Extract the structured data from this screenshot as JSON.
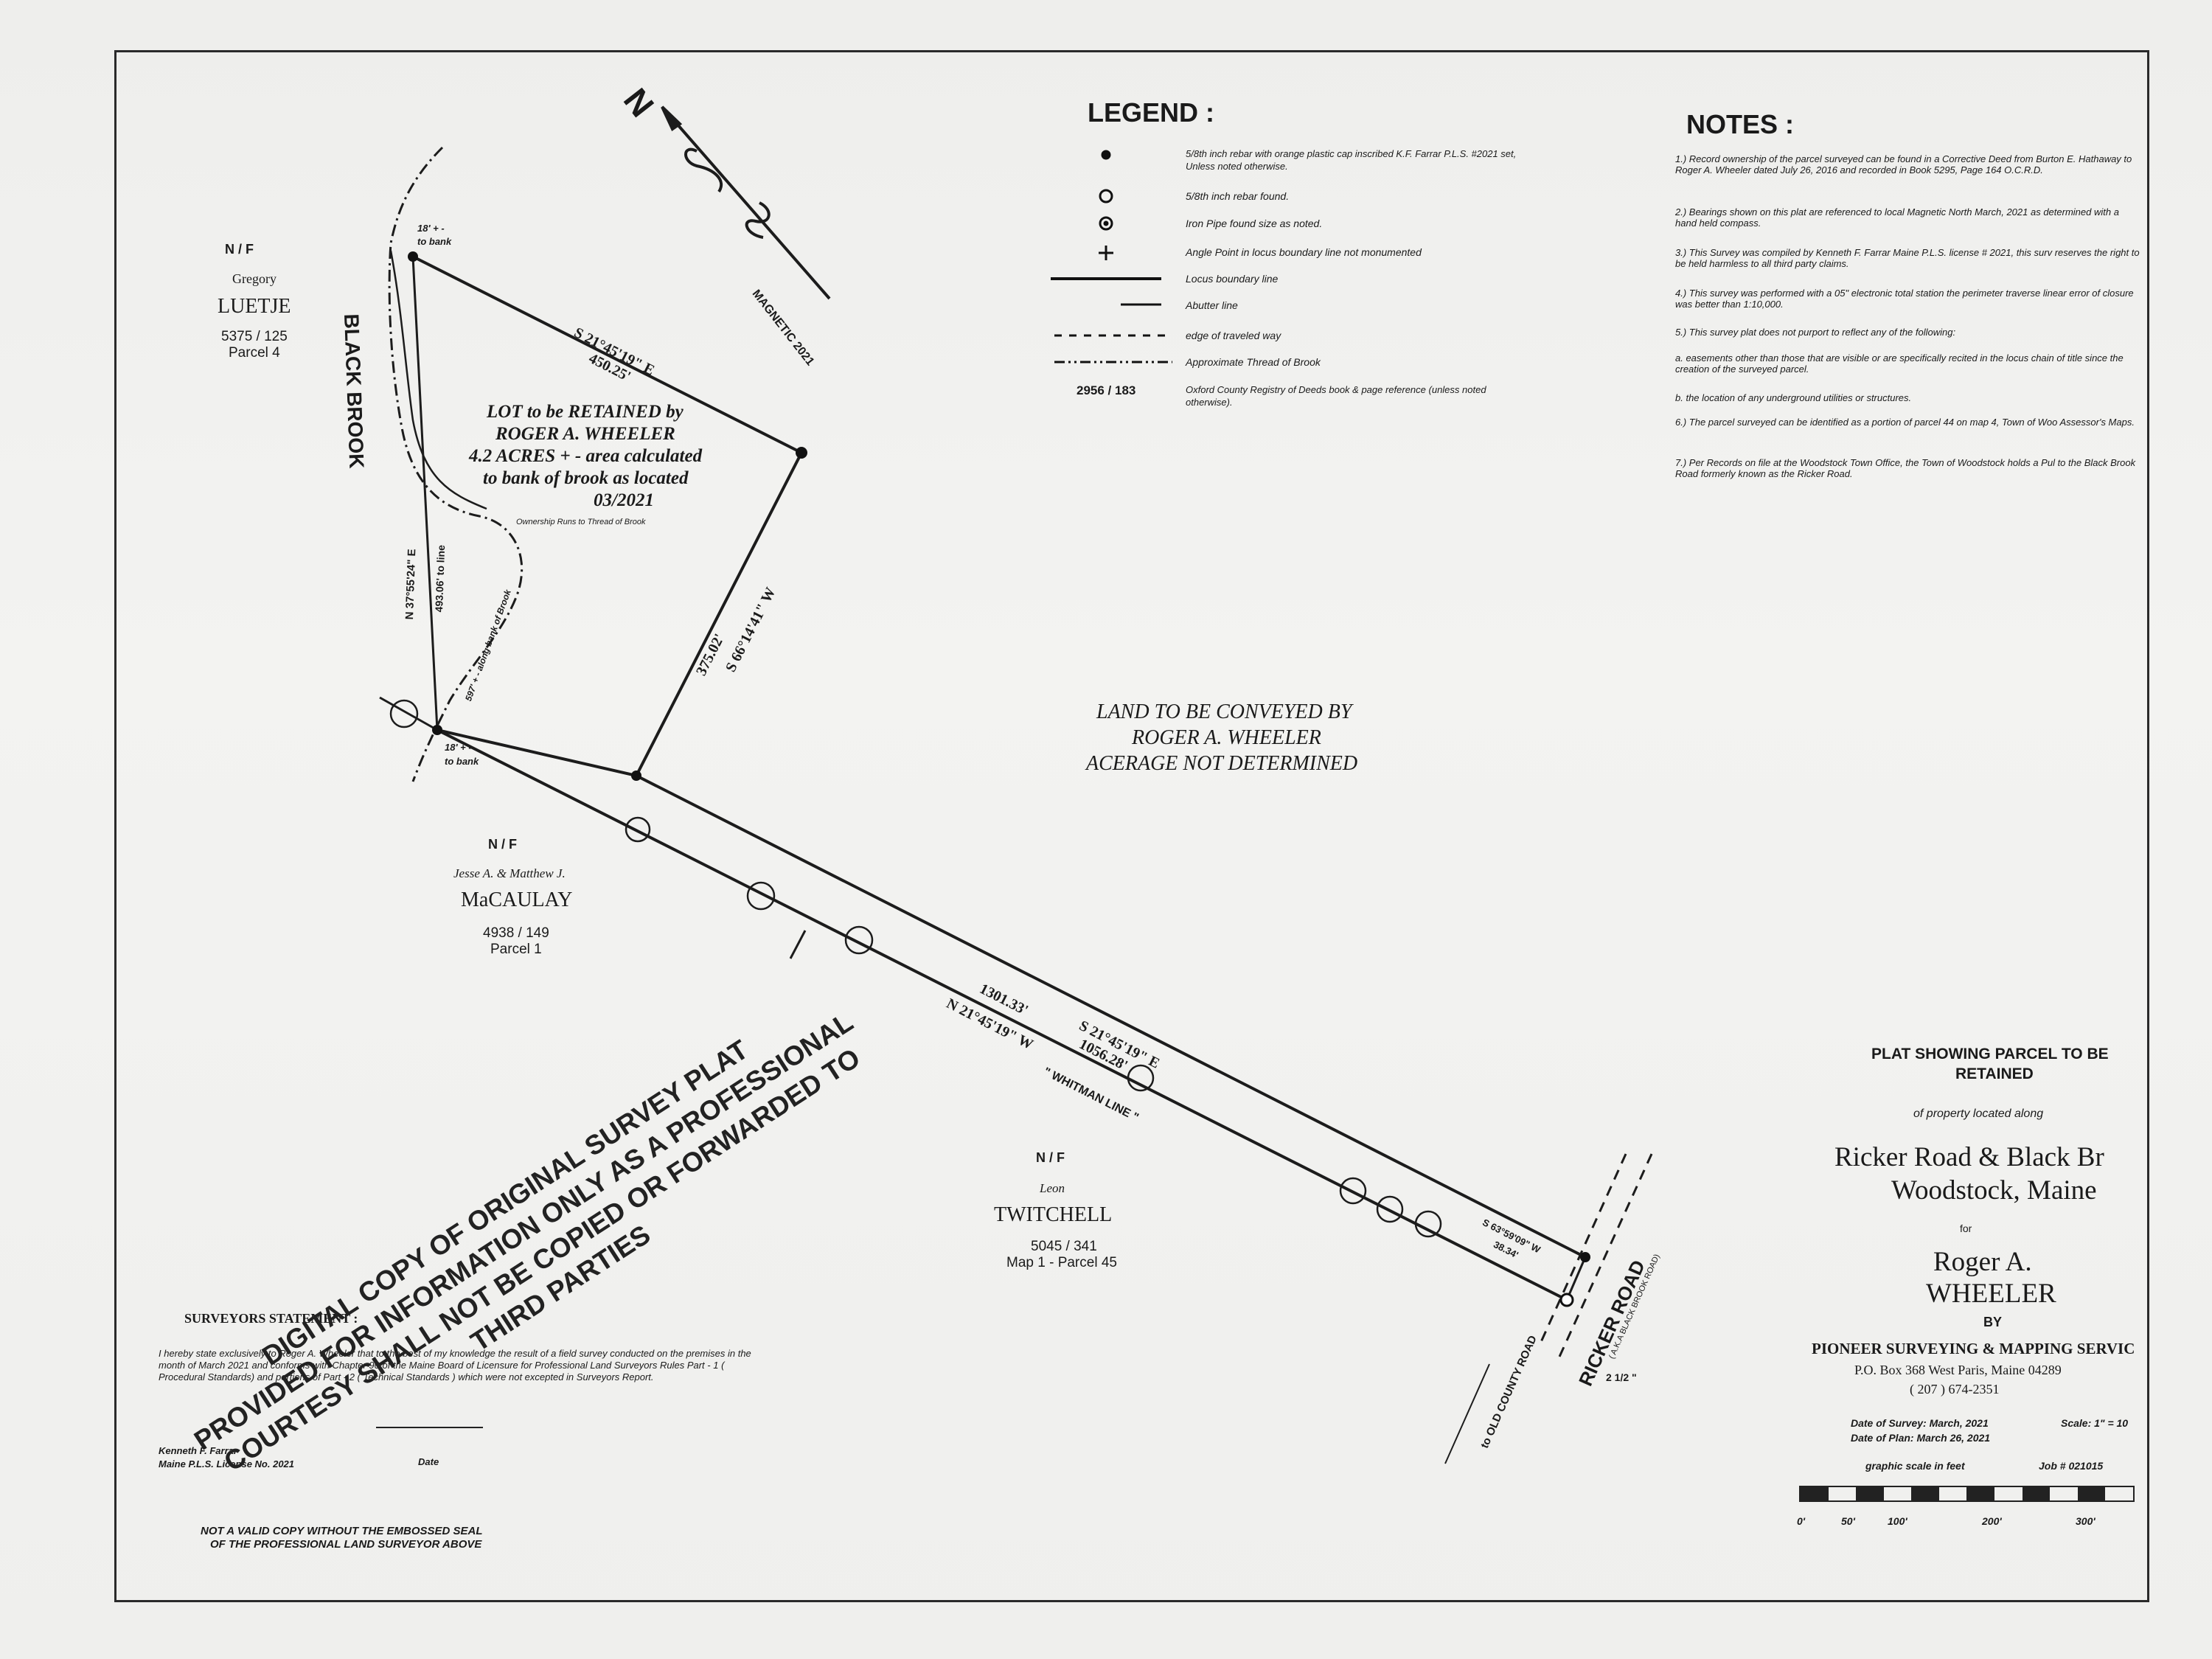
{
  "legend": {
    "title": "LEGEND :",
    "items": [
      {
        "symbol": "filled-dot-icon",
        "text": "5/8th inch rebar with orange plastic cap inscribed K.F. Farrar P.L.S. #2021 set, Unless noted otherwise."
      },
      {
        "symbol": "open-circle-icon",
        "text": "5/8th inch rebar found."
      },
      {
        "symbol": "target-circle-icon",
        "text": "Iron Pipe found size as noted."
      },
      {
        "symbol": "plus-icon",
        "text": "Angle Point in locus boundary line not monumented"
      },
      {
        "symbol": "thick-line-icon",
        "text": "Locus boundary line"
      },
      {
        "symbol": "thin-line-icon",
        "text": "Abutter line"
      },
      {
        "symbol": "dashed-line-icon",
        "text": "edge of traveled way"
      },
      {
        "symbol": "dash-dot-line-icon",
        "text": "Approximate Thread of Brook"
      },
      {
        "symbol": "2956 / 183",
        "text": "Oxford County Registry of Deeds book & page reference (unless noted otherwise)."
      }
    ]
  },
  "notes": {
    "title": "NOTES :",
    "items": [
      "1.) Record ownership of the parcel surveyed can be found in a Corrective Deed from Burton E. Hathaway to Roger A. Wheeler dated July 26, 2016 and recorded in Book 5295, Page 164 O.C.R.D.",
      "2.) Bearings shown on this plat are referenced to local Magnetic North March, 2021 as determined with a hand held compass.",
      "3.) This Survey was compiled by Kenneth F. Farrar Maine P.L.S. license # 2021, this surv reserves the right to be held harmless to all third party claims.",
      "4.) This survey was performed with a 05\" electronic total station the perimeter traverse linear error of closure was better than 1:10,000.",
      "5.) This survey plat does not purport to reflect any of the following:",
      "a. easements other than those that are visible or are specifically recited in the locus chain of title since the creation of the surveyed parcel.",
      "b. the location of any underground utilities or structures.",
      "6.) The parcel surveyed can be identified as a portion of parcel 44 on map 4, Town of Woo Assessor's Maps.",
      "7.) Per Records on file at the Woodstock Town Office, the Town of Woodstock holds a Pul to the Black Brook Road formerly known as the Ricker Road."
    ]
  },
  "north_arrow": {
    "label": "N",
    "magnetic": "MAGNETIC 2021"
  },
  "abutters": {
    "luetje": {
      "nf": "N / F",
      "first": "Gregory",
      "last": "LUETJE",
      "ref": "5375 / 125",
      "parcel": "Parcel 4"
    },
    "macaulay": {
      "nf": "N / F",
      "first": "Jesse A. & Matthew J.",
      "last": "MaCAULAY",
      "ref": "4938 / 149",
      "parcel": "Parcel 1"
    },
    "twitchell": {
      "nf": "N / F",
      "first": "Leon",
      "last": "TWITCHELL",
      "ref": "5045 / 341",
      "parcel": "Map 1 - Parcel 45"
    }
  },
  "lot": {
    "line1": "LOT to be RETAINED by",
    "line2": "ROGER A. WHEELER",
    "line3": "4.2 ACRES + - area calculated",
    "line4": "to bank of brook as located",
    "line5": "03/2021",
    "ownership": "Ownership Runs to Thread of Brook"
  },
  "convey": {
    "line1": "LAND TO BE CONVEYED BY",
    "line2": "ROGER A. WHEELER",
    "line3": "ACERAGE NOT DETERMINED"
  },
  "brook": "BLACK BROOK",
  "bearings": {
    "north_line_bearing": "S 21°45'19\" E",
    "north_line_dist": "450.25'",
    "east_bearing": "S 66°14'41\" W",
    "east_dist": "375.02'",
    "west_bearing": "N 37°55'24\" E",
    "west_dist": "493.06' to line",
    "brook_dist": "597' + - along bank of Brook",
    "long_bearing": "S 21°45'19\" E",
    "long_dist": "1056.28'",
    "whitman_dist": "1301.33'",
    "whitman_bearing": "N 21°45'19\" W",
    "whitman": "\" WHITMAN LINE \"",
    "road_bearing": "S 63°59'09\" W",
    "road_dist": "38.34'",
    "tie_top": "18' + -",
    "tie_top2": "to bank",
    "tie_bot": "18' + -",
    "tie_bot2": "to bank"
  },
  "roads": {
    "ricker": "RICKER ROAD",
    "ricker_aka": "( A.K.A BLACK BROOK ROAD)",
    "old_county": "to OLD COUNTY ROAD",
    "pipe": "2 1/2 \""
  },
  "title_block": {
    "line1": "PLAT SHOWING PARCEL TO BE",
    "line2": "RETAINED",
    "line3": "of property located along",
    "line4": "Ricker Road & Black Br",
    "line5": "Woodstock, Maine",
    "for": "for",
    "owner1": "Roger A.",
    "owner2": "WHEELER",
    "by": "BY",
    "company": "PIONEER SURVEYING & MAPPING SERVIC",
    "address": "P.O. Box 368     West Paris, Maine 04289",
    "phone": "( 207 ) 674-2351",
    "date_survey": "Date of Survey: March, 2021",
    "date_plan": "Date of Plan: March 26, 2021",
    "scale": "Scale: 1\" = 10",
    "graphic": "graphic scale in feet",
    "job": "Job # 021015",
    "scale_labels": [
      "0'",
      "50'",
      "100'",
      "200'",
      "300'"
    ]
  },
  "statement": {
    "heading": "SURVEYORS STATEMENT :",
    "body": "I hereby state exclusively to Roger A. Wheeler that to the best of my knowledge the result of a field survey conducted on the premises in the month of March 2021 and conforms with Chapter 90 of the Maine Board of Licensure for Professional Land Surveyors Rules Part - 1 ( Procedural Standards) and portions of Part - 2 ( Technical Standards ) which were not excepted in Surveyors Report.",
    "name": "Kenneth F. Farrar",
    "license": "Maine P.L.S. License No. 2021",
    "date": "Date",
    "invalid1": "NOT A VALID COPY WITHOUT THE EMBOSSED SEAL",
    "invalid2": "OF THE PROFESSIONAL LAND SURVEYOR ABOVE"
  },
  "stamp": {
    "line1": "DIGITAL COPY OF ORIGINAL SURVEY PLAT",
    "line2": "PROVIDED FOR INFORMATION ONLY AS A PROFESSIONAL",
    "line3": "COURTESY SHALL NOT BE COPIED OR FORWARDED TO",
    "line4": "THIRD PARTIES"
  }
}
